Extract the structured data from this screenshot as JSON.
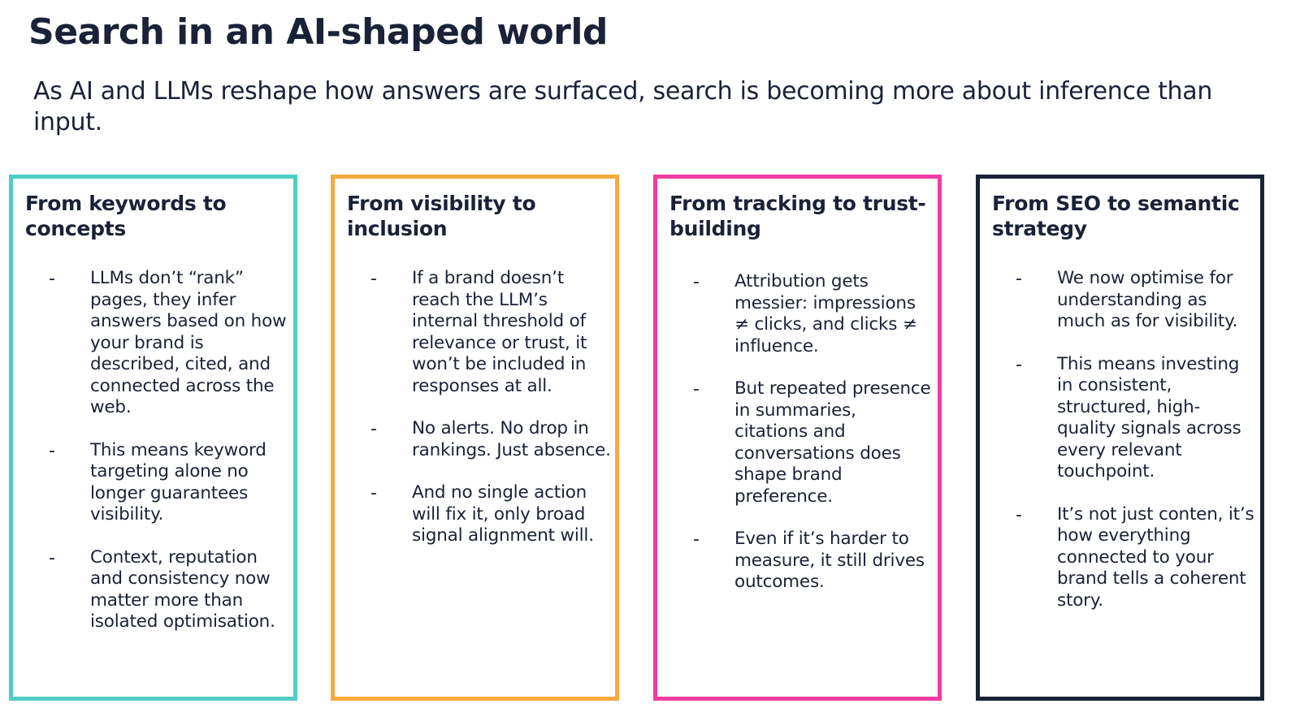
{
  "title": "Search in an AI-shaped world",
  "subtitle": "As AI and LLMs reshape how answers are surfaced, search is becoming more about inference than input.",
  "colors": {
    "text": "#1a2238",
    "card1_border": "#4ecdc4",
    "card2_border": "#f7a93b",
    "card3_border": "#f03ca0",
    "card4_border": "#1a2238"
  },
  "cards": [
    {
      "title": "From keywords to concepts",
      "bullets": [
        "LLMs don’t “rank” pages, they infer answers based on how your brand is described, cited, and connected across the web.",
        "This means keyword targeting alone no longer guarantees visibility.",
        "Context, reputation and consistency now matter more than isolated optimisation."
      ]
    },
    {
      "title": "From visibility to inclusion",
      "bullets": [
        "If a brand doesn’t reach the LLM’s internal threshold of relevance or trust, it won’t be included in responses at all.",
        "No alerts. No drop in rankings. Just absence.",
        "And no single action will fix it, only broad signal alignment will."
      ]
    },
    {
      "title": "From tracking to trust-building",
      "bullets": [
        "Attribution gets messier: impressions ≠ clicks, and clicks ≠ influence.",
        "But repeated presence in summaries, citations and conversations does shape brand preference.",
        "Even if it’s harder to measure, it still drives outcomes."
      ]
    },
    {
      "title": "From SEO to semantic strategy",
      "bullets": [
        "We now optimise for understanding as much as for visibility.",
        "This means investing in consistent, structured, high-quality signals across every relevant touchpoint.",
        "It’s not just conten, it’s how everything connected to your brand tells a coherent story."
      ]
    }
  ],
  "dash": "-"
}
